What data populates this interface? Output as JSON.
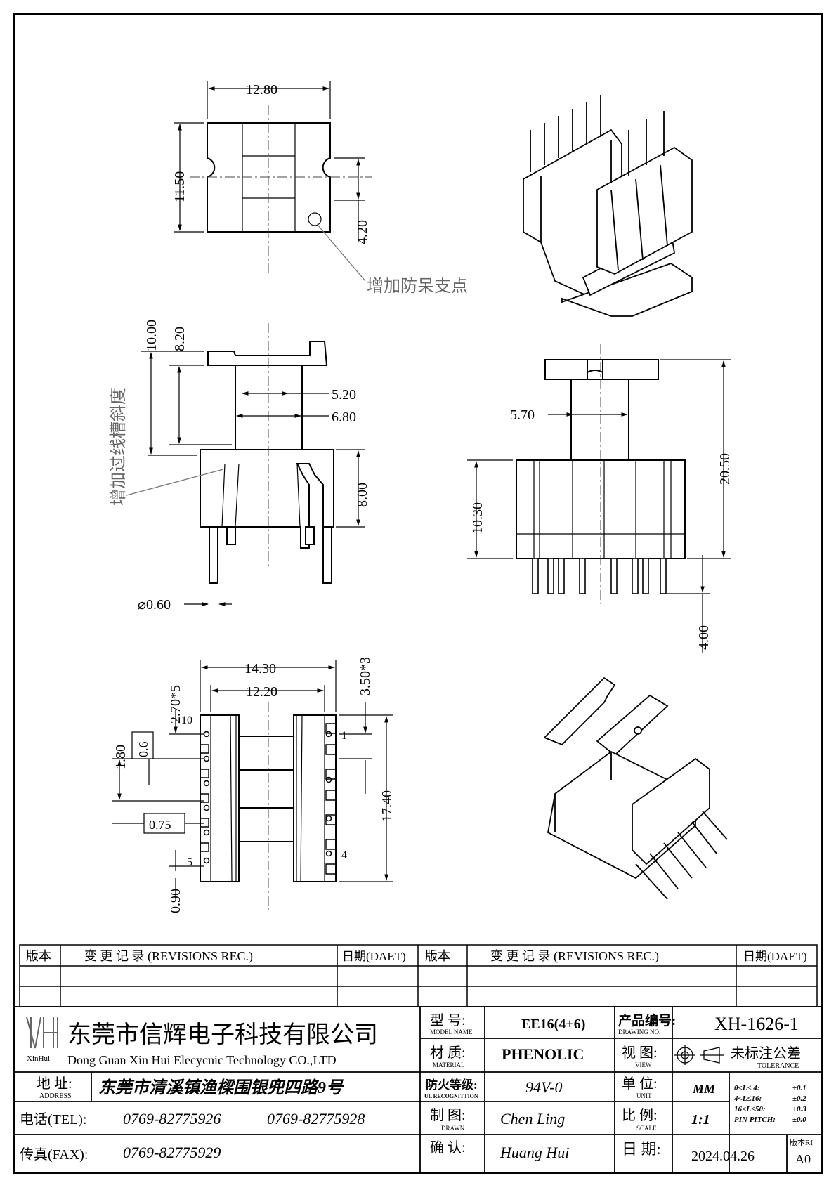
{
  "dims": {
    "top_width": "12.80",
    "top_height": "11.50",
    "top_slot": "4.20",
    "side_overall": "10.00",
    "side_upper": "8.20",
    "side_inner": "5.20",
    "side_outer": "6.80",
    "side_base": "8.00",
    "pin_dia": "⌀0.60",
    "front_core": "5.70",
    "front_total": "20.50",
    "front_body": "10.30",
    "front_pin": "4.00",
    "bottom_overall": "14.30",
    "bottom_inner": "12.20",
    "pitch_left": "2.70*5",
    "pitch_right": "3.50*3",
    "bottom_length": "17.40",
    "bottom_gap": "1.80",
    "bottom_small": "0.6",
    "bottom_mid": "0.75",
    "bottom_pin": "0.90"
  },
  "notes": {
    "anti_dummy": "增加防呆支点",
    "slot_slope": "增加过线槽斜度"
  },
  "pin_labels": {
    "p10": "10",
    "p1": "1",
    "p5": "5",
    "p4": "4"
  },
  "revisions": {
    "col_version": "版本",
    "col_change": "变 更 记 录  (REVISIONS REC.)",
    "col_date": "日期(DAET)"
  },
  "title_block": {
    "logo_text": "XinHui",
    "company_cn": "东莞市信辉电子科技有限公司",
    "company_en": "Dong Guan Xin Hui Elecycnic Technology CO.,LTD",
    "address_label": "地 址:",
    "address_label_en": "ADDRESS",
    "address": "东莞市清溪镇渔樑围银兜四路9号",
    "tel_label": "电话(TEL):",
    "tel1": "0769-82775926",
    "tel2": "0769-82775928",
    "fax_label": "传真(FAX):",
    "fax": "0769-82775929",
    "model_label": "型 号:",
    "model_label_en": "MODEL NAME",
    "model": "EE16(4+6)",
    "material_label": "材 质:",
    "material_label_en": "MATERIAL",
    "material": "PHENOLIC",
    "fire_label": "防火等级:",
    "fire_label_en": "UL RECOGNITTION",
    "fire": "94V-0",
    "drawn_label": "制 图:",
    "drawn_label_en": "DRAWN",
    "drawn": "Chen Ling",
    "check_label": "确 认:",
    "check": "Huang Hui",
    "drawing_no_label": "产品编号:",
    "drawing_no_label_en": "DRAWING NO.",
    "drawing_no": "XH-1626-1",
    "view_label": "视 图:",
    "view_label_en": "VIEW",
    "unit_label": "单 位:",
    "unit_label_en": "UNIT",
    "unit": "MM",
    "scale_label": "比 例:",
    "scale_label_en": "SCALE",
    "scale": "1:1",
    "date_label": "日 期:",
    "date": "2024.04.26",
    "tolerance_label": "未标注公差",
    "tolerance_label_en": "TOLERANCE",
    "tol_r1_range": "0<L≤ 4:",
    "tol_r1_val": "±0.1",
    "tol_r2_range": "4<L≤16:",
    "tol_r2_val": "±0.2",
    "tol_r3_range": "16<L≤50:",
    "tol_r3_val": "±0.3",
    "tol_r4_range": "PIN PITCH:",
    "tol_r4_val": "±0.0",
    "version_label": "版本RI",
    "version": "A0"
  }
}
